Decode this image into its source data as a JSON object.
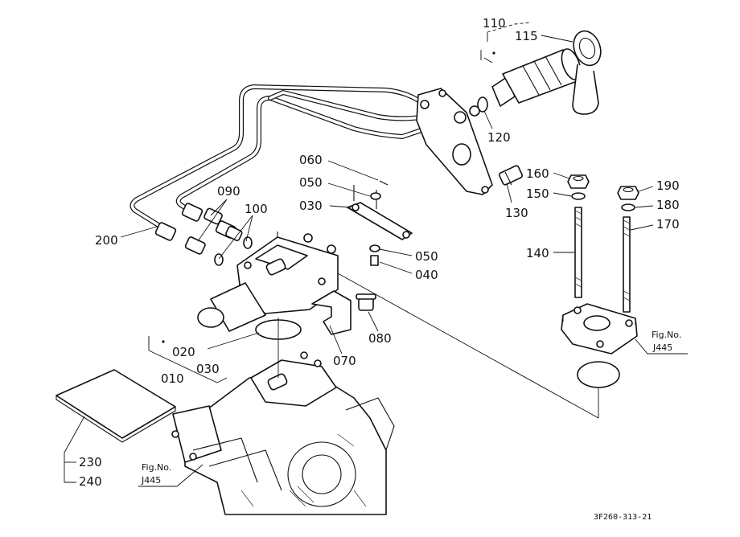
{
  "diagram": {
    "doc_code": "3F260-313-21",
    "fig_ref_1": {
      "line1": "Fig.No.",
      "line2": "J445"
    },
    "fig_ref_2": {
      "line1": "Fig.No.",
      "line2": "J445"
    },
    "labels": {
      "p010": "010",
      "p020": "020",
      "p030a": "030",
      "p030b": "030",
      "p040": "040",
      "p050a": "050",
      "p050b": "050",
      "p060": "060",
      "p070": "070",
      "p080": "080",
      "p090": "090",
      "p100": "100",
      "p110": "110",
      "p115": "115",
      "p120": "120",
      "p130": "130",
      "p140": "140",
      "p150": "150",
      "p160": "160",
      "p170": "170",
      "p180": "180",
      "p190": "190",
      "p200": "200",
      "p230": "230",
      "p240": "240"
    }
  }
}
